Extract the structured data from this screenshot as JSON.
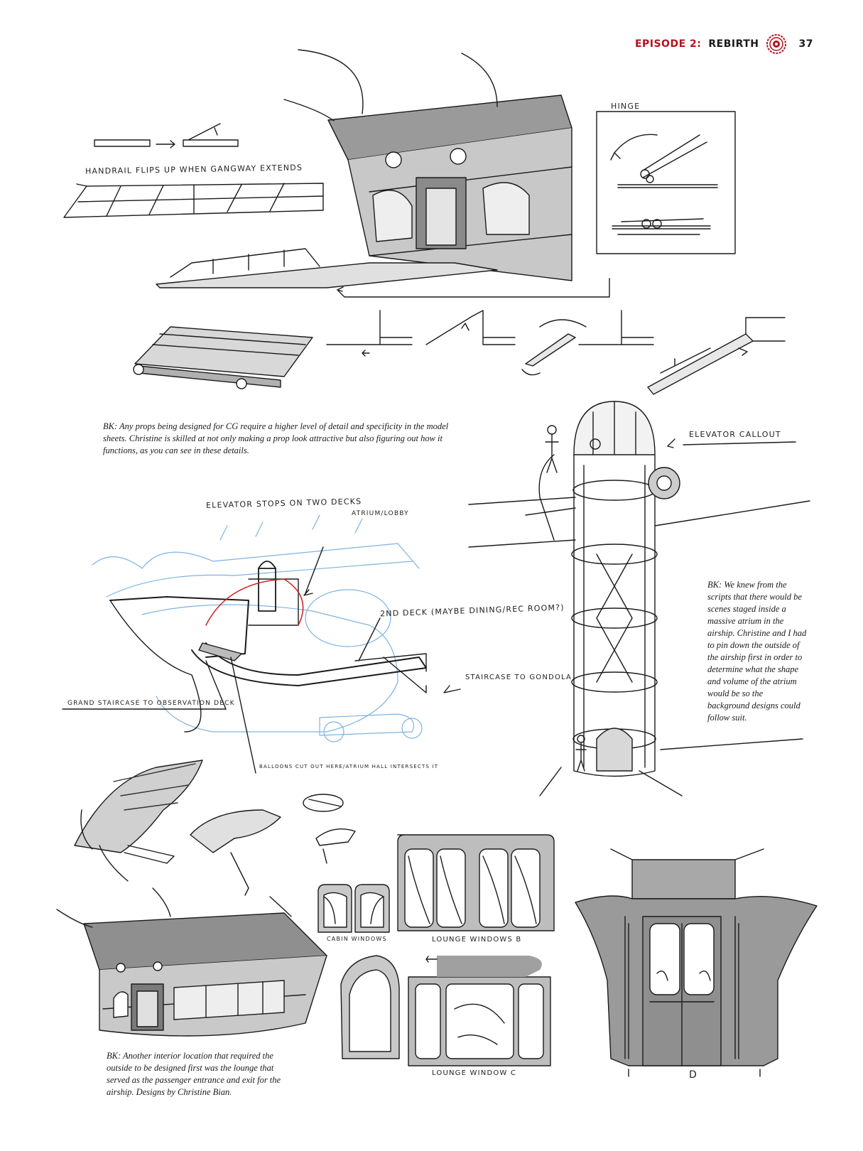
{
  "header": {
    "episode_label": "EPISODE 2:",
    "episode_title": "REBIRTH",
    "page_number": "37",
    "seal_icon": "red-mandala-seal",
    "accent_color": "#b3121c"
  },
  "annotations": {
    "handrail": "HANDRAIL FLIPS UP WHEN GANGWAY EXTENDS",
    "hinge": "HINGE",
    "elevator_callout": "ELEVATOR CALLOUT",
    "elevator_stops": "ELEVATOR STOPS ON TWO DECKS",
    "atrium": "ATRIUM/LOBBY",
    "second_deck": "2ND DECK (MAYBE DINING/REC ROOM?)",
    "staircase_gondola": "STAIRCASE TO GONDOLA",
    "grand_staircase": "GRAND STAIRCASE TO OBSERVATION DECK",
    "balloons": "BALLOONS CUT OUT HERE/ATRIUM HALL INTERSECTS IT",
    "cabin_windows": "CABIN WINDOWS",
    "lounge_windows_b": "LOUNGE WINDOWS B",
    "lounge_window_c": "LOUNGE WINDOW C",
    "door_d": "D"
  },
  "captions": {
    "props": "BK: Any props being designed for CG require a higher level of detail and specificity in the model sheets. Christine is skilled at not only making a prop look attractive but also figuring out how it functions, as you can see in these details.",
    "atrium": "BK: We knew from the scripts that there would be scenes staged inside a massive atrium in the airship. Christine and I had to pin down the outside of the airship first in order to determine what the shape and volume of the atrium would be so the background designs could follow suit.",
    "lounge": "BK: Another interior location that required the outside to be designed first was the lounge that served as the passenger entrance and exit for the airship. Designs by Christine Bian."
  }
}
